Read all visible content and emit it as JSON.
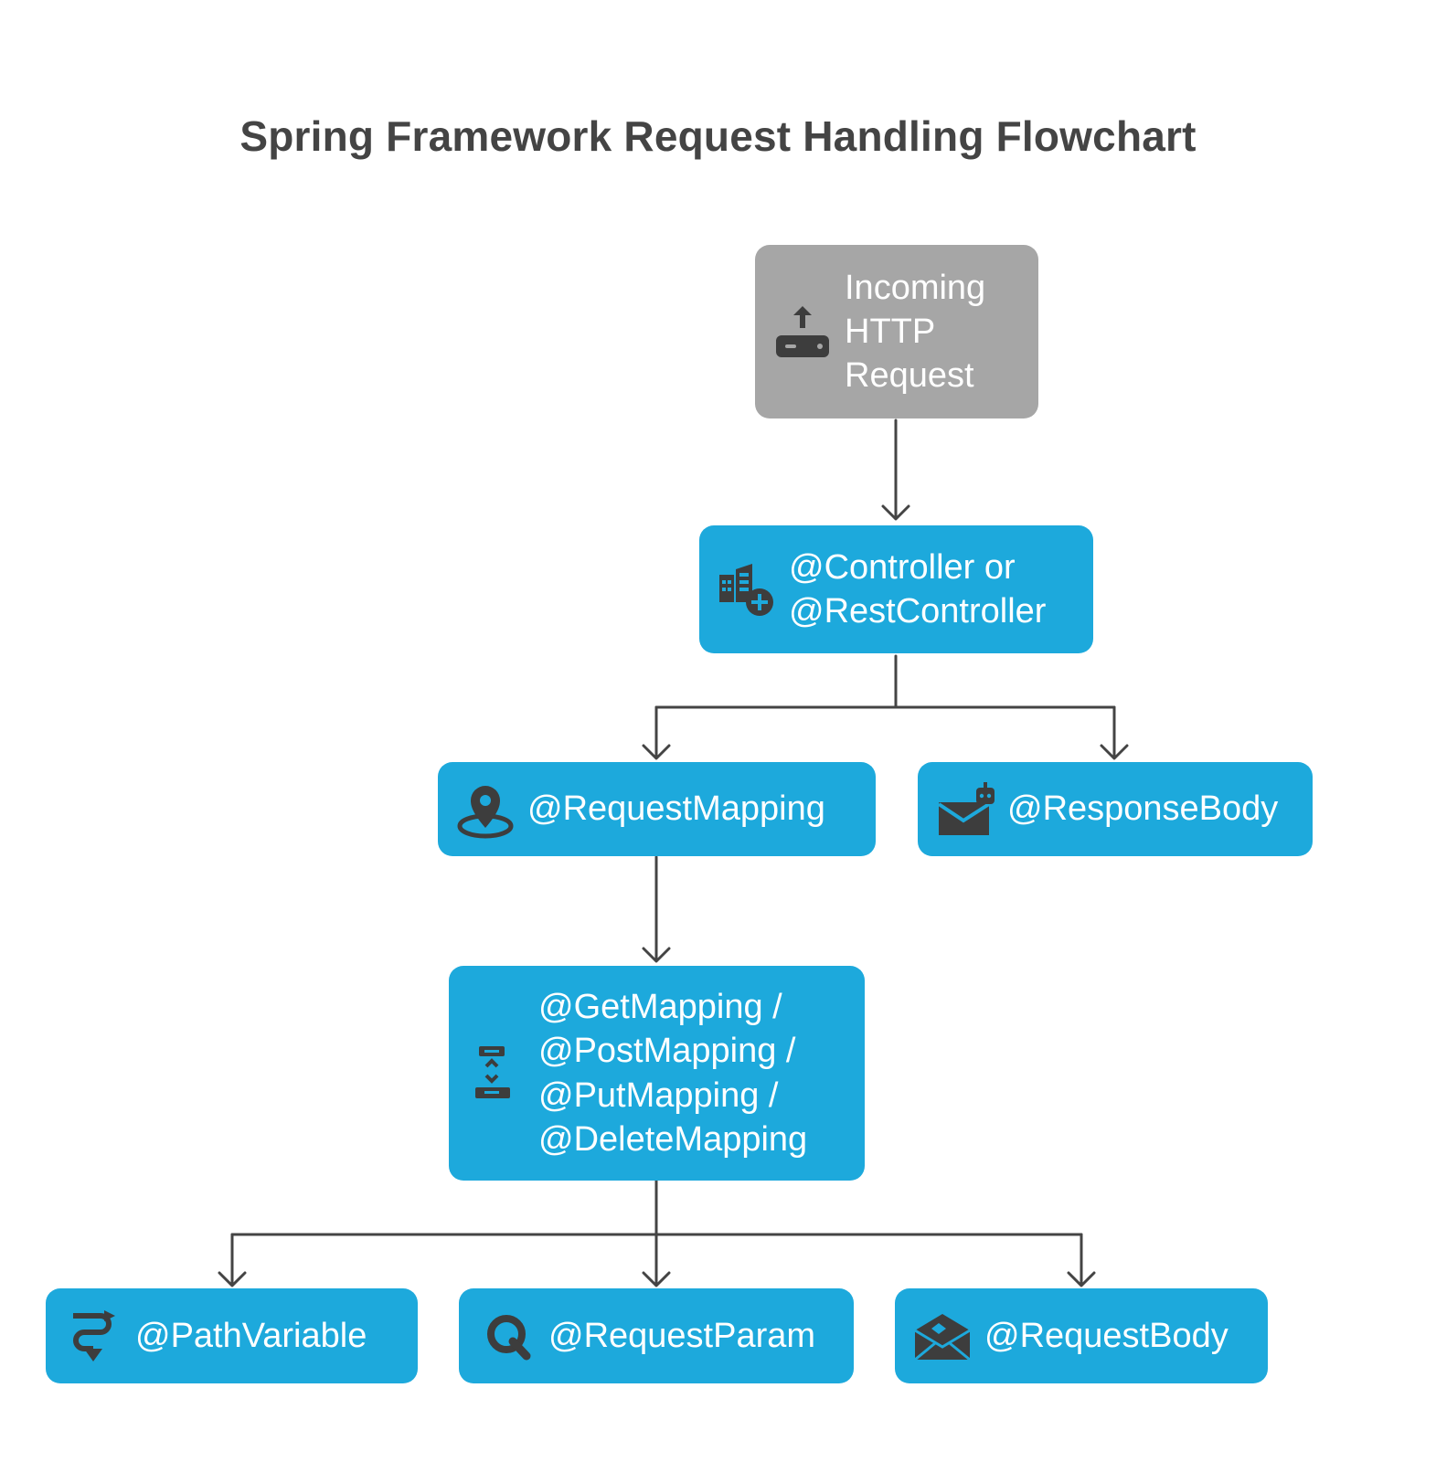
{
  "title": "Spring Framework Request Handling Flowchart",
  "colors": {
    "request_fill": "#a6a6a6",
    "node_fill": "#1da9dc",
    "node_text": "#ffffff",
    "icon": "#3d3d3d",
    "connector": "#444444",
    "title_text": "#444444"
  },
  "nodes": {
    "incoming": {
      "lines": [
        "Incoming",
        "HTTP",
        "Request"
      ],
      "icon": "router-upload-icon"
    },
    "controller": {
      "lines": [
        "@Controller or",
        "@RestController"
      ],
      "icon": "building-add-icon"
    },
    "request_mapping": {
      "lines": [
        "@RequestMapping"
      ],
      "icon": "location-pin-icon"
    },
    "response_body": {
      "lines": [
        "@ResponseBody"
      ],
      "icon": "mail-robot-icon"
    },
    "http_mappings": {
      "lines": [
        "@GetMapping /",
        "@PostMapping /",
        "@PutMapping /",
        "@DeleteMapping"
      ],
      "icon": "transfer-icon"
    },
    "path_variable": {
      "lines": [
        "@PathVariable"
      ],
      "icon": "route-icon"
    },
    "request_param": {
      "lines": [
        "@RequestParam"
      ],
      "icon": "query-icon"
    },
    "request_body": {
      "lines": [
        "@RequestBody"
      ],
      "icon": "open-envelope-icon"
    }
  },
  "edges": [
    {
      "from": "incoming",
      "to": "controller"
    },
    {
      "from": "controller",
      "to": "request_mapping"
    },
    {
      "from": "controller",
      "to": "response_body"
    },
    {
      "from": "request_mapping",
      "to": "http_mappings"
    },
    {
      "from": "http_mappings",
      "to": "path_variable"
    },
    {
      "from": "http_mappings",
      "to": "request_param"
    },
    {
      "from": "http_mappings",
      "to": "request_body"
    }
  ]
}
